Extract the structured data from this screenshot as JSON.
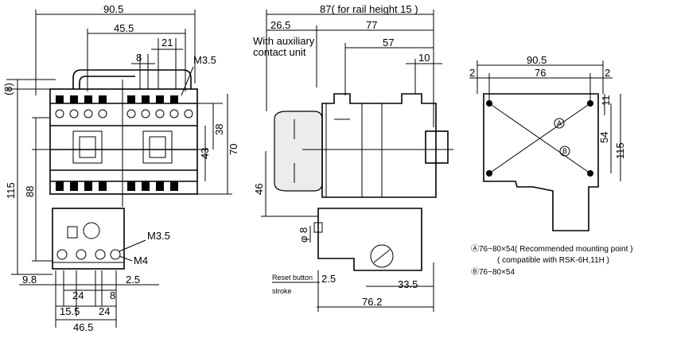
{
  "left_view": {
    "top_width": "90.5",
    "inner_width": "45.5",
    "pitch_21": "21",
    "pitch_8": "8",
    "screw_top": "M3.5",
    "offset_8": "(8)",
    "h_38": "38",
    "h_43": "43",
    "h_70": "70",
    "total_height": "115",
    "height_88": "88",
    "screw_mid": "M3.5",
    "screw_bottom": "M4",
    "dim_9_8": "9.8",
    "dim_2_5": "2.5",
    "dim_24a": "24",
    "dim_8b": "8",
    "dim_15_5": "15.5",
    "dim_24b": "24",
    "bottom_width": "46.5"
  },
  "side_view": {
    "total_depth": "87( for rail height 15 )",
    "dim_26_5": "26.5",
    "dim_77": "77",
    "dim_57": "57",
    "dim_10": "10",
    "aux_label_line1": "With auxiliary",
    "aux_label_line2": "contact unit",
    "height_46": "46",
    "diameter_8": "φ 8",
    "reset_label_line1": "Reset button",
    "reset_label_line2": "stroke",
    "stroke_value": "2.5",
    "dim_33_5": "33.5",
    "dim_76_2": "76.2"
  },
  "mount_view": {
    "width_90_5": "90.5",
    "hole_pitch_76": "76",
    "edge_left_2": "2",
    "edge_right_2": "2",
    "dim_11": "11",
    "dim_54": "54",
    "dim_115": "115",
    "mark_a": "A",
    "mark_b": "B"
  },
  "notes": {
    "a_line": "Ⓐ76~80×54( Recommended mounting point )",
    "a_line2": "( compatible with RSK-6H,11H )",
    "b_line": "Ⓑ76~80×54"
  }
}
